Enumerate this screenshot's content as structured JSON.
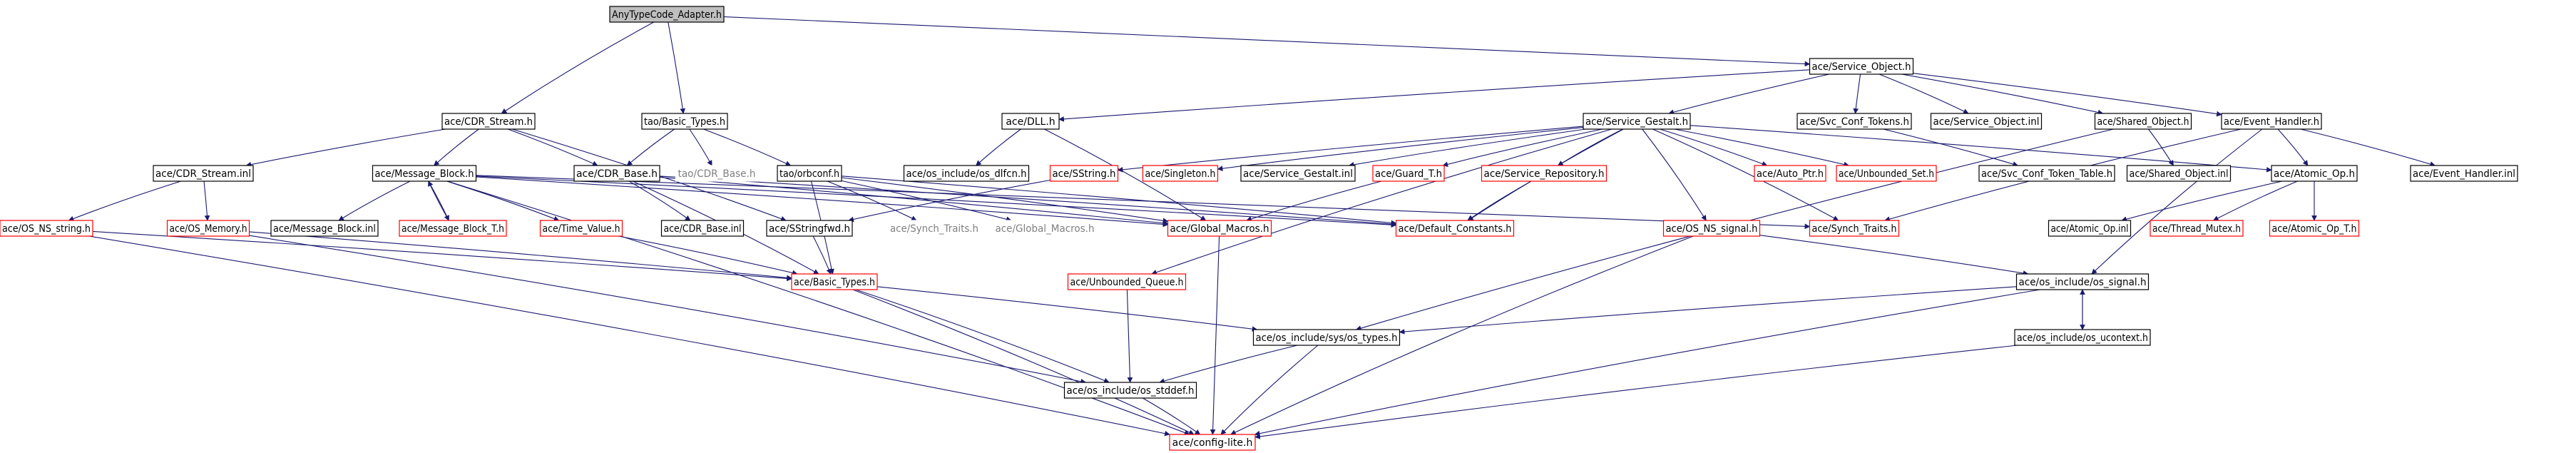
{
  "graph": {
    "edge_color": "#191970",
    "nodes": [
      {
        "id": "root",
        "label": "AnyTypeCode_Adapter.h",
        "style": "root"
      },
      {
        "id": "cdr_stream_h",
        "label": "ace/CDR_Stream.h",
        "style": "normal"
      },
      {
        "id": "tao_basic_types_h",
        "label": "tao/Basic_Types.h",
        "style": "normal"
      },
      {
        "id": "service_object_h",
        "label": "ace/Service_Object.h",
        "style": "normal"
      },
      {
        "id": "dll_h",
        "label": "ace/DLL.h",
        "style": "normal"
      },
      {
        "id": "service_gestalt_h",
        "label": "ace/Service_Gestalt.h",
        "style": "normal"
      },
      {
        "id": "svc_conf_tokens_h",
        "label": "ace/Svc_Conf_Tokens.h",
        "style": "normal"
      },
      {
        "id": "service_object_inl",
        "label": "ace/Service_Object.inl",
        "style": "normal"
      },
      {
        "id": "shared_object_h",
        "label": "ace/Shared_Object.h",
        "style": "normal"
      },
      {
        "id": "event_handler_h",
        "label": "ace/Event_Handler.h",
        "style": "normal"
      },
      {
        "id": "cdr_stream_inl",
        "label": "ace/CDR_Stream.inl",
        "style": "normal"
      },
      {
        "id": "message_block_h",
        "label": "ace/Message_Block.h",
        "style": "normal"
      },
      {
        "id": "cdr_base_h",
        "label": "ace/CDR_Base.h",
        "style": "normal"
      },
      {
        "id": "tao_cdr_base_h",
        "label": "tao/CDR_Base.h",
        "style": "gray"
      },
      {
        "id": "orbconf_h",
        "label": "tao/orbconf.h",
        "style": "normal"
      },
      {
        "id": "os_dlfcn_h",
        "label": "ace/os_include/os_dlfcn.h",
        "style": "normal"
      },
      {
        "id": "sstring_h",
        "label": "ace/SString.h",
        "style": "red"
      },
      {
        "id": "singleton_h",
        "label": "ace/Singleton.h",
        "style": "red"
      },
      {
        "id": "service_gestalt_inl",
        "label": "ace/Service_Gestalt.inl",
        "style": "normal"
      },
      {
        "id": "guard_t_h",
        "label": "ace/Guard_T.h",
        "style": "red"
      },
      {
        "id": "service_repository_h",
        "label": "ace/Service_Repository.h",
        "style": "red"
      },
      {
        "id": "auto_ptr_h",
        "label": "ace/Auto_Ptr.h",
        "style": "red"
      },
      {
        "id": "unbounded_set_h",
        "label": "ace/Unbounded_Set.h",
        "style": "red"
      },
      {
        "id": "svc_conf_token_table_h",
        "label": "ace/Svc_Conf_Token_Table.h",
        "style": "normal"
      },
      {
        "id": "shared_object_inl",
        "label": "ace/Shared_Object.inl",
        "style": "normal"
      },
      {
        "id": "atomic_op_h",
        "label": "ace/Atomic_Op.h",
        "style": "normal"
      },
      {
        "id": "event_handler_inl",
        "label": "ace/Event_Handler.inl",
        "style": "normal"
      },
      {
        "id": "os_ns_string_h",
        "label": "ace/OS_NS_string.h",
        "style": "red"
      },
      {
        "id": "os_memory_h",
        "label": "ace/OS_Memory.h",
        "style": "red"
      },
      {
        "id": "message_block_inl",
        "label": "ace/Message_Block.inl",
        "style": "normal"
      },
      {
        "id": "message_block_t_h",
        "label": "ace/Message_Block_T.h",
        "style": "red"
      },
      {
        "id": "time_value_h",
        "label": "ace/Time_Value.h",
        "style": "red"
      },
      {
        "id": "cdr_base_inl",
        "label": "ace/CDR_Base.inl",
        "style": "normal"
      },
      {
        "id": "sstringfwd_h",
        "label": "ace/SStringfwd.h",
        "style": "normal"
      },
      {
        "id": "synch_traits_gray",
        "label": "ace/Synch_Traits.h",
        "style": "gray"
      },
      {
        "id": "global_macros_gray",
        "label": "ace/Global_Macros.h",
        "style": "gray"
      },
      {
        "id": "global_macros_h",
        "label": "ace/Global_Macros.h",
        "style": "red"
      },
      {
        "id": "default_constants_h",
        "label": "ace/Default_Constants.h",
        "style": "red"
      },
      {
        "id": "os_ns_signal_h",
        "label": "ace/OS_NS_signal.h",
        "style": "red"
      },
      {
        "id": "synch_traits_h",
        "label": "ace/Synch_Traits.h",
        "style": "red"
      },
      {
        "id": "atomic_op_inl",
        "label": "ace/Atomic_Op.inl",
        "style": "normal"
      },
      {
        "id": "thread_mutex_h",
        "label": "ace/Thread_Mutex.h",
        "style": "red"
      },
      {
        "id": "atomic_op_t_h",
        "label": "ace/Atomic_Op_T.h",
        "style": "red"
      },
      {
        "id": "basic_types_h",
        "label": "ace/Basic_Types.h",
        "style": "red"
      },
      {
        "id": "unbounded_queue_h",
        "label": "ace/Unbounded_Queue.h",
        "style": "red"
      },
      {
        "id": "os_signal_h",
        "label": "ace/os_include/os_signal.h",
        "style": "normal"
      },
      {
        "id": "os_types_h",
        "label": "ace/os_include/sys/os_types.h",
        "style": "normal"
      },
      {
        "id": "os_ucontext_h",
        "label": "ace/os_include/os_ucontext.h",
        "style": "normal"
      },
      {
        "id": "os_stddef_h",
        "label": "ace/os_include/os_stddef.h",
        "style": "normal"
      },
      {
        "id": "config_lite_h",
        "label": "ace/config-lite.h",
        "style": "red"
      }
    ],
    "edges": [
      [
        "root",
        "cdr_stream_h"
      ],
      [
        "root",
        "tao_basic_types_h"
      ],
      [
        "root",
        "service_object_h"
      ],
      [
        "service_object_h",
        "dll_h"
      ],
      [
        "service_object_h",
        "service_gestalt_h"
      ],
      [
        "service_object_h",
        "svc_conf_tokens_h"
      ],
      [
        "service_object_h",
        "service_object_inl"
      ],
      [
        "service_object_h",
        "shared_object_h"
      ],
      [
        "service_object_h",
        "event_handler_h"
      ],
      [
        "cdr_stream_h",
        "cdr_stream_inl"
      ],
      [
        "cdr_stream_h",
        "message_block_h"
      ],
      [
        "cdr_stream_h",
        "cdr_base_h"
      ],
      [
        "cdr_stream_h",
        "sstringfwd_h"
      ],
      [
        "tao_basic_types_h",
        "cdr_base_h"
      ],
      [
        "tao_basic_types_h",
        "tao_cdr_base_h"
      ],
      [
        "tao_basic_types_h",
        "orbconf_h"
      ],
      [
        "dll_h",
        "os_dlfcn_h"
      ],
      [
        "dll_h",
        "global_macros_h"
      ],
      [
        "service_gestalt_h",
        "sstring_h"
      ],
      [
        "service_gestalt_h",
        "singleton_h"
      ],
      [
        "service_gestalt_h",
        "service_gestalt_inl"
      ],
      [
        "service_gestalt_h",
        "guard_t_h"
      ],
      [
        "service_gestalt_h",
        "service_repository_h"
      ],
      [
        "service_gestalt_h",
        "auto_ptr_h"
      ],
      [
        "service_gestalt_h",
        "unbounded_set_h"
      ],
      [
        "service_gestalt_h",
        "default_constants_h"
      ],
      [
        "service_gestalt_h",
        "os_ns_signal_h"
      ],
      [
        "service_gestalt_h",
        "synch_traits_h"
      ],
      [
        "service_gestalt_h",
        "atomic_op_h"
      ],
      [
        "service_gestalt_h",
        "unbounded_queue_h"
      ],
      [
        "svc_conf_tokens_h",
        "svc_conf_token_table_h"
      ],
      [
        "shared_object_h",
        "shared_object_inl"
      ],
      [
        "shared_object_h",
        "os_types_h"
      ],
      [
        "event_handler_h",
        "atomic_op_h"
      ],
      [
        "event_handler_h",
        "event_handler_inl"
      ],
      [
        "event_handler_h",
        "synch_traits_h"
      ],
      [
        "event_handler_h",
        "os_signal_h"
      ],
      [
        "cdr_stream_inl",
        "os_ns_string_h"
      ],
      [
        "cdr_stream_inl",
        "os_memory_h"
      ],
      [
        "message_block_h",
        "message_block_inl"
      ],
      [
        "message_block_h",
        "message_block_t_h"
      ],
      [
        "message_block_h",
        "time_value_h"
      ],
      [
        "message_block_h",
        "default_constants_h"
      ],
      [
        "message_block_h",
        "global_macros_h"
      ],
      [
        "message_block_h",
        "config_lite_h"
      ],
      [
        "message_block_h",
        "synch_traits_h"
      ],
      [
        "message_block_t_h",
        "message_block_h"
      ],
      [
        "cdr_base_h",
        "cdr_base_inl"
      ],
      [
        "cdr_base_h",
        "basic_types_h"
      ],
      [
        "cdr_base_h",
        "global_macros_h"
      ],
      [
        "cdr_base_h",
        "default_constants_h"
      ],
      [
        "orbconf_h",
        "synch_traits_gray"
      ],
      [
        "orbconf_h",
        "global_macros_gray"
      ],
      [
        "orbconf_h",
        "basic_types_h"
      ],
      [
        "orbconf_h",
        "default_constants_h"
      ],
      [
        "orbconf_h",
        "global_macros_h"
      ],
      [
        "sstring_h",
        "sstringfwd_h"
      ],
      [
        "guard_t_h",
        "global_macros_h"
      ],
      [
        "service_repository_h",
        "default_constants_h"
      ],
      [
        "atomic_op_h",
        "atomic_op_inl"
      ],
      [
        "atomic_op_h",
        "thread_mutex_h"
      ],
      [
        "atomic_op_h",
        "atomic_op_t_h"
      ],
      [
        "os_ns_string_h",
        "basic_types_h"
      ],
      [
        "os_ns_string_h",
        "config_lite_h"
      ],
      [
        "os_memory_h",
        "basic_types_h"
      ],
      [
        "os_memory_h",
        "os_stddef_h"
      ],
      [
        "time_value_h",
        "basic_types_h"
      ],
      [
        "sstringfwd_h",
        "basic_types_h"
      ],
      [
        "global_macros_h",
        "config_lite_h"
      ],
      [
        "os_ns_signal_h",
        "os_signal_h"
      ],
      [
        "os_ns_signal_h",
        "config_lite_h"
      ],
      [
        "basic_types_h",
        "os_types_h"
      ],
      [
        "basic_types_h",
        "os_stddef_h"
      ],
      [
        "basic_types_h",
        "config_lite_h"
      ],
      [
        "unbounded_queue_h",
        "os_stddef_h"
      ],
      [
        "os_signal_h",
        "os_types_h"
      ],
      [
        "os_signal_h",
        "os_ucontext_h"
      ],
      [
        "os_signal_h",
        "config_lite_h"
      ],
      [
        "os_ucontext_h",
        "os_signal_h"
      ],
      [
        "os_ucontext_h",
        "config_lite_h"
      ],
      [
        "os_types_h",
        "os_stddef_h"
      ],
      [
        "os_types_h",
        "config_lite_h"
      ],
      [
        "os_stddef_h",
        "config_lite_h"
      ]
    ]
  }
}
